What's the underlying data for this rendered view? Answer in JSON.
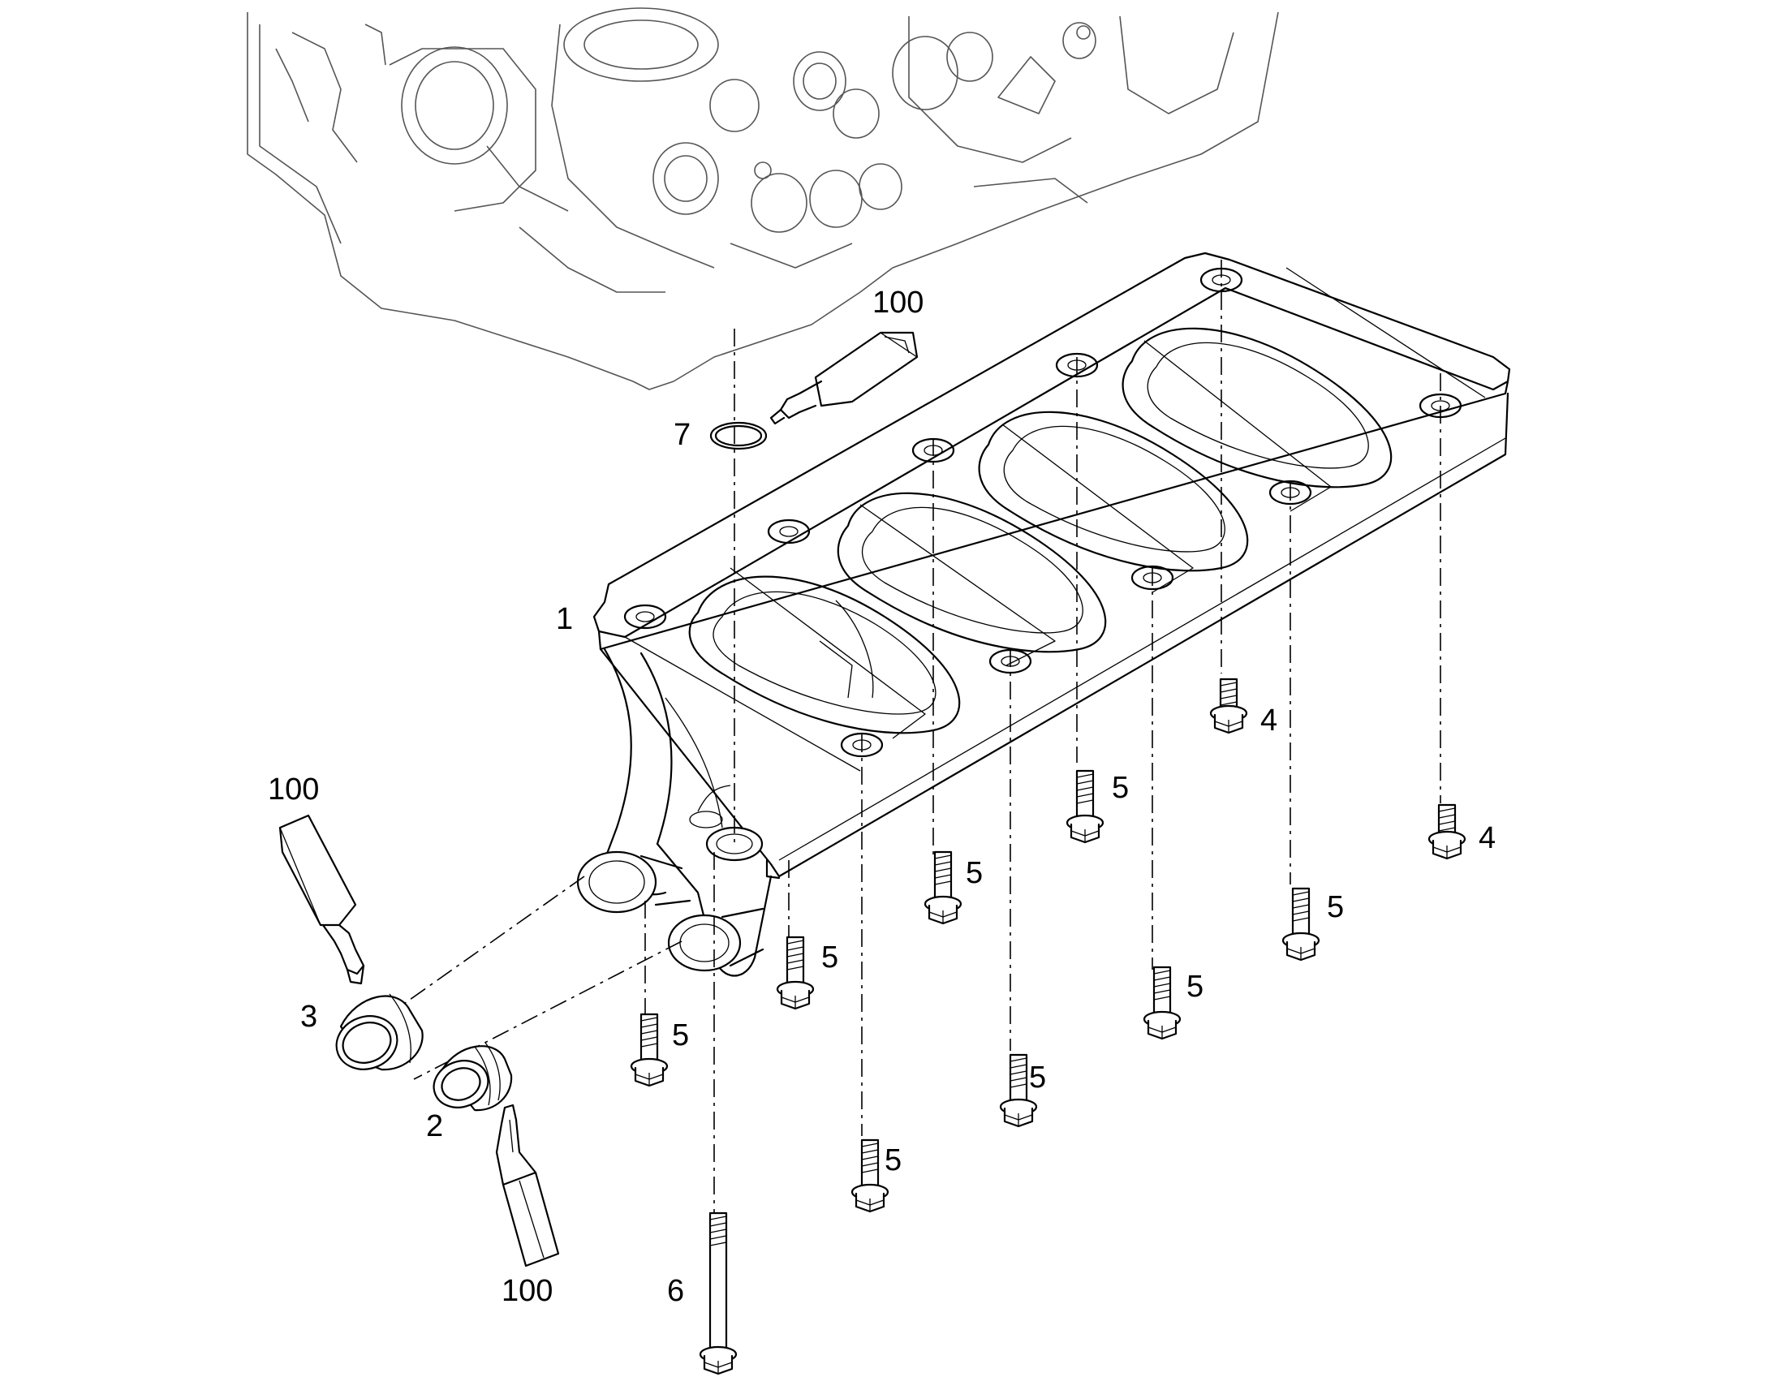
{
  "callouts": {
    "part_1": "1",
    "part_2": "2",
    "part_3": "3",
    "part_4_a": "4",
    "part_4_b": "4",
    "part_5_a": "5",
    "part_5_b": "5",
    "part_5_c": "5",
    "part_5_d": "5",
    "part_5_e": "5",
    "part_5_f": "5",
    "part_5_g": "5",
    "part_5_h": "5",
    "part_6": "6",
    "part_7": "7",
    "sealant_top": "100",
    "sealant_left": "100",
    "sealant_bottom": "100"
  },
  "colors": {
    "line": "#000000",
    "background": "#ffffff"
  }
}
